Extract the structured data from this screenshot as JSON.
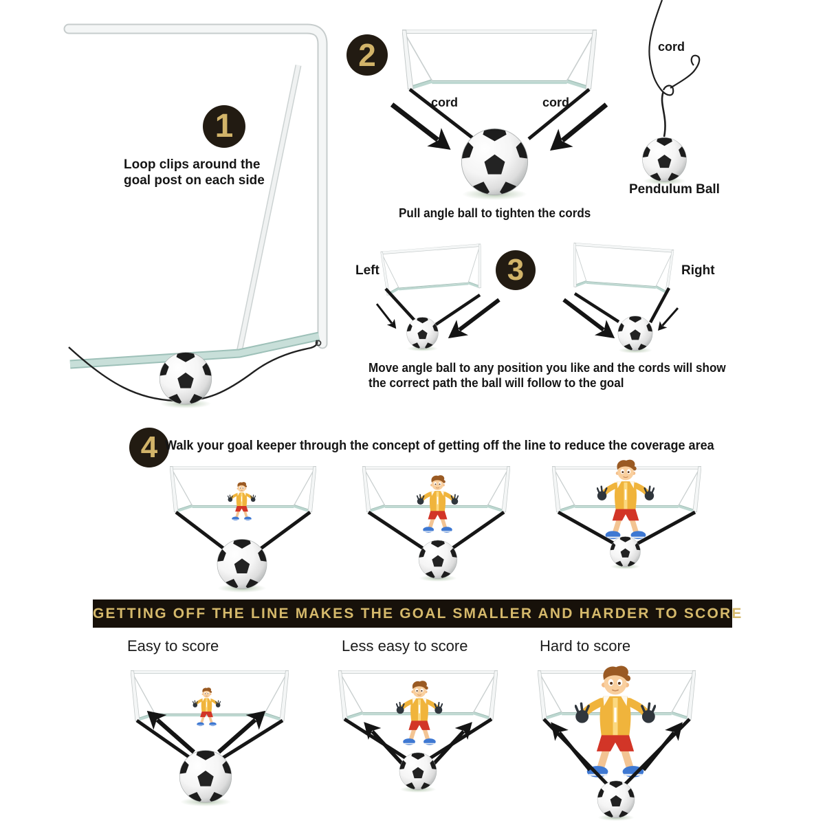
{
  "steps": {
    "step1": {
      "number": "1",
      "caption": [
        "Loop clips around the",
        "goal post on each side"
      ]
    },
    "step2": {
      "number": "2",
      "cord_label_left": "cord",
      "cord_label_right": "cord",
      "caption": "Pull angle ball to tighten the cords"
    },
    "pendulum": {
      "cord_label": "cord",
      "ball_label": "Pendulum Ball"
    },
    "step3": {
      "number": "3",
      "left_label": "Left",
      "right_label": "Right",
      "caption": [
        "Move angle ball to any position you like and the cords will show",
        "the correct path the ball will follow to the goal"
      ]
    },
    "step4": {
      "number": "4",
      "heading": "Walk your goal keeper through the concept of getting off the line to reduce the coverage area"
    }
  },
  "banner": {
    "text": "GETTING OFF THE LINE MAKES THE GOAL SMALLER AND HARDER TO SCORE"
  },
  "bottom_row": {
    "labels": [
      "Easy to score",
      "Less easy to score",
      "Hard to score"
    ]
  },
  "colors": {
    "badge_background": "#221b12",
    "accent_gold": "#d2b469",
    "banner_background": "#17110a",
    "banner_gold": "#d5b96b",
    "goal_frame": "#c6cccc",
    "ground_bar_teal": "#9dc0b8",
    "keeper_jersey_yellow": "#f0b43c",
    "keeper_shorts_red": "#d23527",
    "keeper_shoes_blue": "#3e78d2",
    "text_black": "#151515"
  }
}
